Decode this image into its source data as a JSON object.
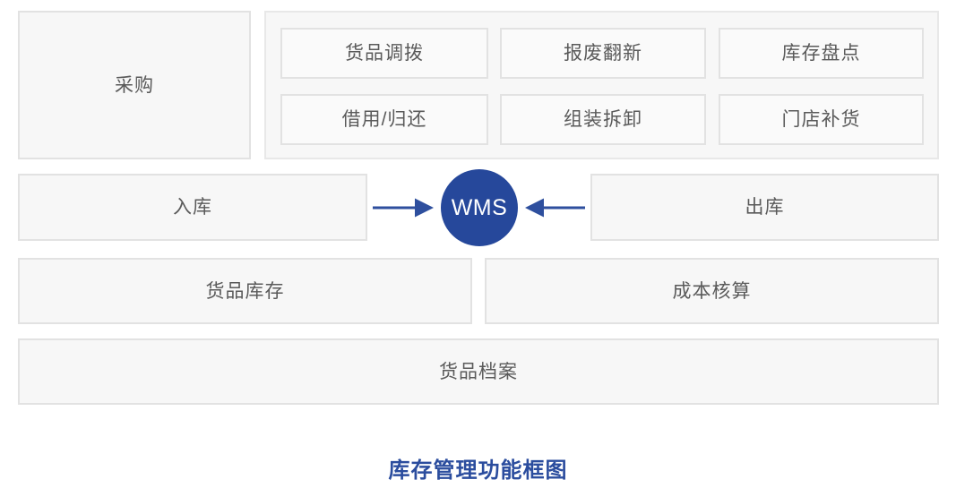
{
  "diagram": {
    "title": "库存管理功能框图",
    "title_color": "#2b4d9e",
    "hub": {
      "label": "WMS",
      "color": "#26489b",
      "text_color": "#ffffff"
    },
    "colors": {
      "box_fill": "#f7f7f7",
      "box_border": "#e2e2e2",
      "sub_box_fill": "#fafafa",
      "text": "#5a5a5a",
      "arrow": "#2e4f9e"
    },
    "procurement_box": {
      "label": "采购"
    },
    "operations_group": {
      "items": [
        {
          "label": "货品调拨"
        },
        {
          "label": "报废翻新"
        },
        {
          "label": "库存盘点"
        },
        {
          "label": "借用/归还"
        },
        {
          "label": "组装拆卸"
        },
        {
          "label": "门店补货"
        }
      ]
    },
    "flow_row": {
      "inbound": {
        "label": "入库"
      },
      "outbound": {
        "label": "出库"
      },
      "arrows": [
        {
          "name": "inbound-to-wms",
          "direction": "right"
        },
        {
          "name": "outbound-to-wms",
          "direction": "left"
        }
      ]
    },
    "ledger_row": {
      "items": [
        {
          "label": "货品库存"
        },
        {
          "label": "成本核算"
        }
      ]
    },
    "archive_row": {
      "label": "货品档案"
    }
  }
}
